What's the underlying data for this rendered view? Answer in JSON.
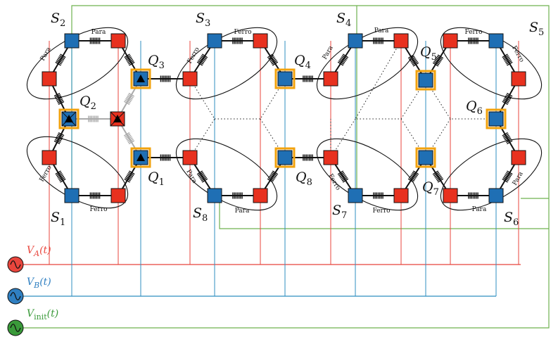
{
  "subsystems": [
    {
      "id": "S1",
      "letter": "S",
      "index": "1",
      "labels": [
        "Ferro",
        "Ferro"
      ]
    },
    {
      "id": "S2",
      "letter": "S",
      "index": "2",
      "labels": [
        "Para",
        "Para"
      ]
    },
    {
      "id": "S3",
      "letter": "S",
      "index": "3",
      "labels": [
        "Ferro",
        "Ferro"
      ]
    },
    {
      "id": "S4",
      "letter": "S",
      "index": "4",
      "labels": [
        "Para",
        "Para"
      ]
    },
    {
      "id": "S5",
      "letter": "S",
      "index": "5",
      "labels": [
        "Ferro",
        "Ferro"
      ]
    },
    {
      "id": "S6",
      "letter": "S",
      "index": "6",
      "labels": [
        "Para",
        "Para"
      ]
    },
    {
      "id": "S7",
      "letter": "S",
      "index": "7",
      "labels": [
        "Ferro",
        "Ferro"
      ]
    },
    {
      "id": "S8",
      "letter": "S",
      "index": "8",
      "labels": [
        "Para",
        "Para"
      ]
    }
  ],
  "qubits": [
    {
      "id": "Q1",
      "letter": "Q",
      "index": "1"
    },
    {
      "id": "Q2",
      "letter": "Q",
      "index": "2"
    },
    {
      "id": "Q3",
      "letter": "Q",
      "index": "3"
    },
    {
      "id": "Q4",
      "letter": "Q",
      "index": "4"
    },
    {
      "id": "Q5",
      "letter": "Q",
      "index": "5"
    },
    {
      "id": "Q6",
      "letter": "Q",
      "index": "6"
    },
    {
      "id": "Q7",
      "letter": "Q",
      "index": "7"
    },
    {
      "id": "Q8",
      "letter": "Q",
      "index": "8"
    }
  ],
  "sources": [
    {
      "id": "VA",
      "letter": "V",
      "subscript": "A",
      "arg": "(t)",
      "color": "#e8453c"
    },
    {
      "id": "VB",
      "letter": "V",
      "subscript": "B",
      "arg": "(t)",
      "color": "#2f7fc1"
    },
    {
      "id": "Vinit",
      "letter": "V",
      "subscript": "init",
      "arg": "(t)",
      "color": "#3a9a3a"
    }
  ],
  "colors": {
    "site_a": "#e8311f",
    "site_b": "#1f6fb4",
    "qubit_border": "#f2a20c",
    "line_a": "#e8453c",
    "line_b": "#2f8fc1",
    "line_init": "#6fb24f",
    "inactive": "#aaaaaa"
  }
}
